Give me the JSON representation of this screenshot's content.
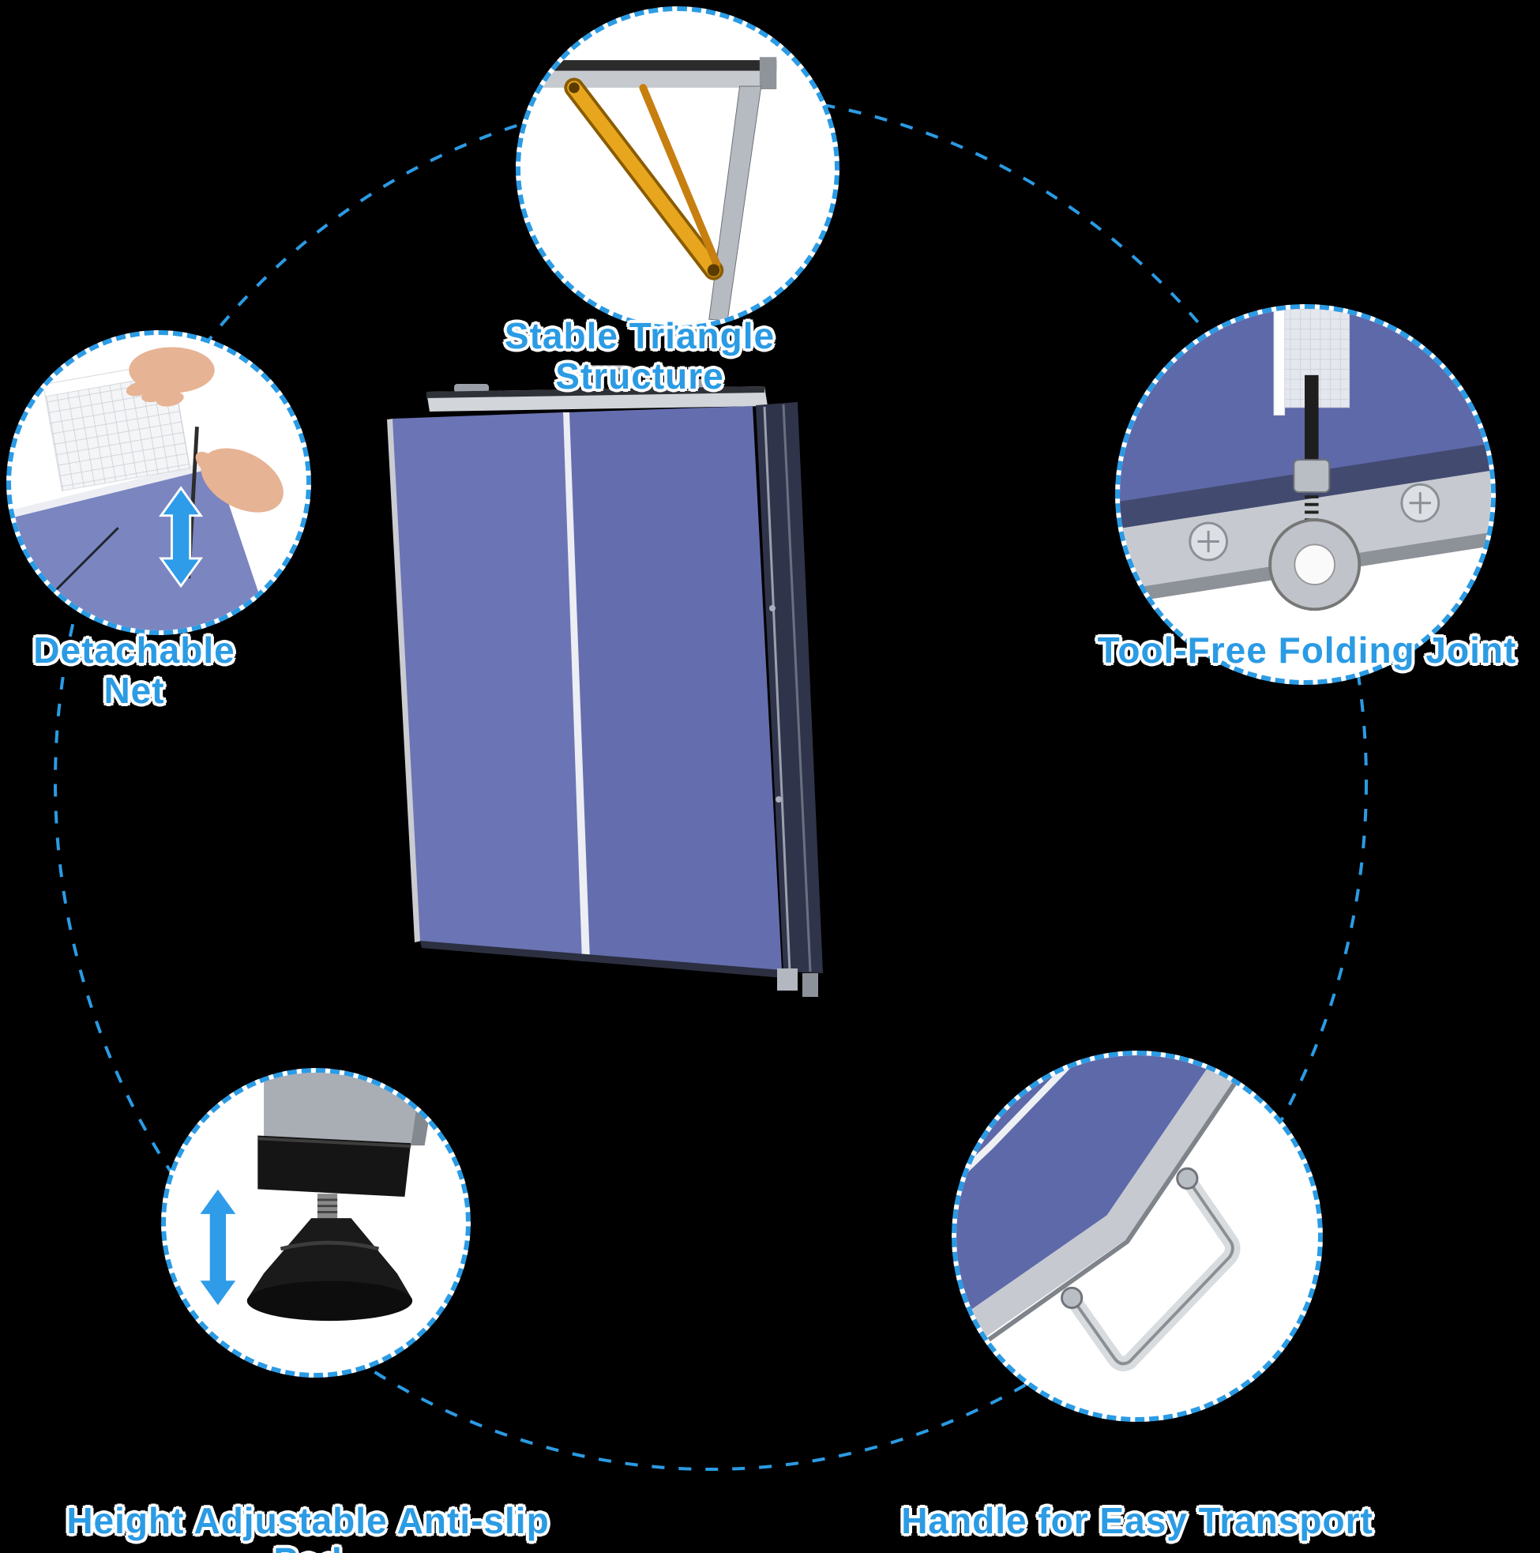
{
  "page": {
    "background": "#000000",
    "accent_blue": "#2b9be4",
    "table_blue": "#6a74b3",
    "brace_yellow": "#e8a61e",
    "metal_silver": "#c6cad0"
  },
  "features": {
    "triangle": {
      "label": "Stable Triangle Structure"
    },
    "net": {
      "label": "Detachable Net"
    },
    "joint": {
      "label": "Tool-Free Folding Joint"
    },
    "pad": {
      "label": "Height Adjustable Anti-slip Pad"
    },
    "handle": {
      "label": "Handle for Easy Transport"
    }
  }
}
